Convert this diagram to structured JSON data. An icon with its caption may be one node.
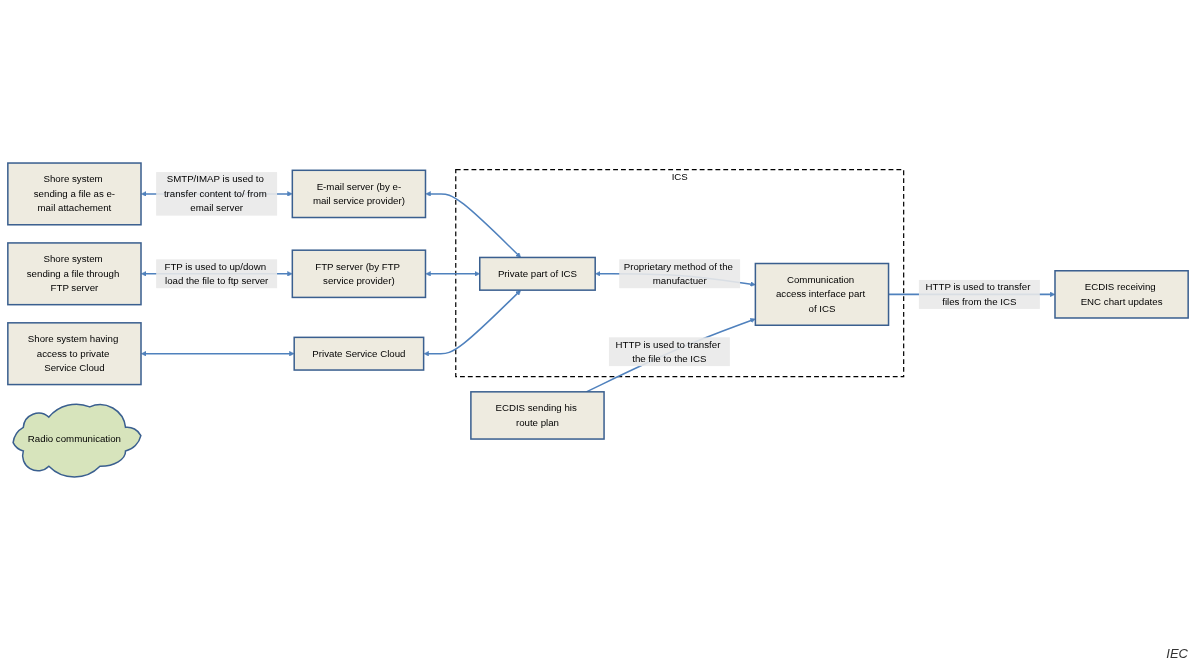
{
  "diagram": {
    "nodes": [
      {
        "text": [
          "Shore system sending a file as e-mail attachement"
        ]
      },
      {
        "text": [
          "E-mail server (by e-mail service provider)"
        ]
      },
      {
        "text": [
          "Shore system sending a file through FTP server"
        ]
      },
      {
        "text": [
          "FTP server (by FTP service provider)"
        ]
      },
      {
        "text": [
          "Shore system having access to private Service Cloud"
        ]
      },
      {
        "text": [
          "Private Service Cloud"
        ]
      },
      {
        "text": [
          "Radio communication"
        ]
      },
      {
        "text": [
          "ICS"
        ]
      },
      {
        "text": [
          "Private part of ICS"
        ],
        "in": 7
      },
      {
        "text": [
          "Communication access interface part of ICS"
        ],
        "in": 7
      },
      {
        "text": [
          "ECDIS sending his route plan"
        ]
      },
      {
        "text": [
          "ECDIS receiving ENC chart updates"
        ]
      }
    ],
    "edges": [
      {
        "from": 0,
        "to": 1,
        "arrow": "both",
        "label": "SMTP/IMAP is used to transfer content to/ from email server"
      },
      {
        "from": 2,
        "to": 3,
        "arrow": "both",
        "label": "FTP is used to up/down load the file to ftp server"
      },
      {
        "from": 4,
        "to": 5,
        "arrow": "both"
      },
      {
        "from": 1,
        "to": 8,
        "arrow": "both"
      },
      {
        "from": 3,
        "to": 8,
        "arrow": "both"
      },
      {
        "from": 5,
        "to": 8,
        "arrow": "both"
      },
      {
        "from": 8,
        "to": 9,
        "arrow": "both",
        "label": "Proprietary method of the manufactuer"
      },
      {
        "from": 10,
        "to": 9,
        "arrow": "to",
        "label": "HTTP is used to transfer the file to the ICS"
      },
      {
        "from": 9,
        "to": 11,
        "arrow": "to",
        "label": "HTTP is used to transfer files from the ICS"
      }
    ],
    "labels": [
      "IEC"
    ]
  }
}
